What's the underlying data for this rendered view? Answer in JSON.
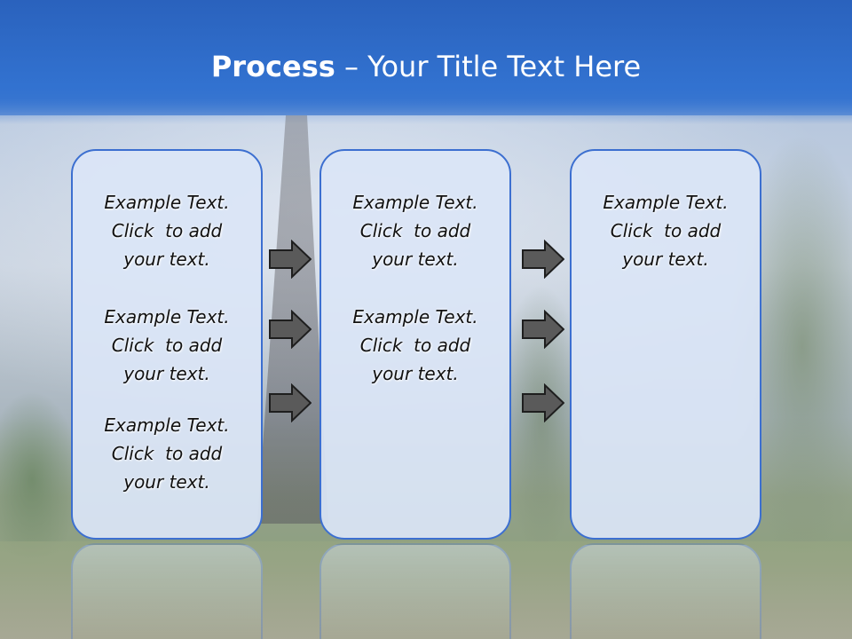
{
  "title": {
    "bold": "Process",
    "rest": " – Your Title Text Here"
  },
  "columns": [
    {
      "blocks": [
        [
          "Example Text.",
          "Click  to add",
          "your text."
        ],
        [
          "Example Text.",
          "Click  to add",
          "your text."
        ],
        [
          "Example Text.",
          "Click  to add",
          "your text."
        ]
      ]
    },
    {
      "blocks": [
        [
          "Example Text.",
          "Click  to add",
          "your text."
        ],
        [
          "Example Text.",
          "Click  to add",
          "your text."
        ]
      ]
    },
    {
      "blocks": [
        [
          "Example Text.",
          "Click  to add",
          "your text."
        ]
      ]
    }
  ],
  "colors": {
    "title_band": "#3272d0",
    "box_fill": "#dae5f6",
    "box_border": "#3c6fd0",
    "arrow_fill": "#5a5a5a"
  },
  "icons": {
    "arrow": "right-arrow-icon"
  }
}
